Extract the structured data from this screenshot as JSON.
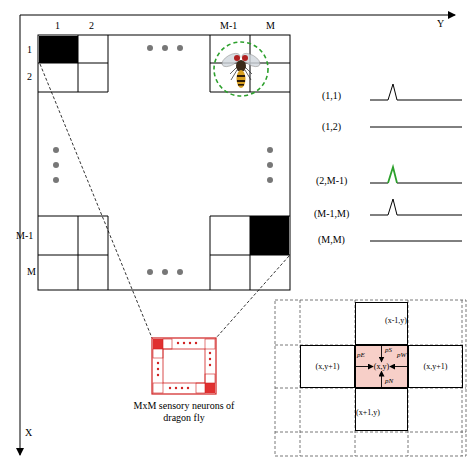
{
  "diagram": {
    "nodes": [
      {
        "text": [
          "(x-1,y)"
        ]
      },
      {
        "text": [
          "(x,y+1)"
        ]
      },
      {
        "text": [
          "(x,y)"
        ]
      },
      {
        "text": [
          "(x,y+1)"
        ]
      },
      {
        "text": [
          "(x+1,y)"
        ]
      }
    ],
    "edges": [
      {
        "from": 0,
        "to": 2,
        "arrow": "to",
        "label": "pS"
      },
      {
        "from": 1,
        "to": 2,
        "arrow": "to",
        "label": "pE"
      },
      {
        "from": 3,
        "to": 2,
        "arrow": "to",
        "label": "pW"
      },
      {
        "from": 4,
        "to": 2,
        "arrow": "to",
        "label": "pN"
      }
    ],
    "labels": [
      "Y",
      "X",
      "1",
      "2",
      "M-1",
      "M",
      "1",
      "2",
      "M-1",
      "M",
      "(1,1)",
      "(1,2)",
      "(2,M-1)",
      "(M-1,M)",
      "(M,M)",
      "MxM sensory neurons of dragon fly"
    ]
  }
}
